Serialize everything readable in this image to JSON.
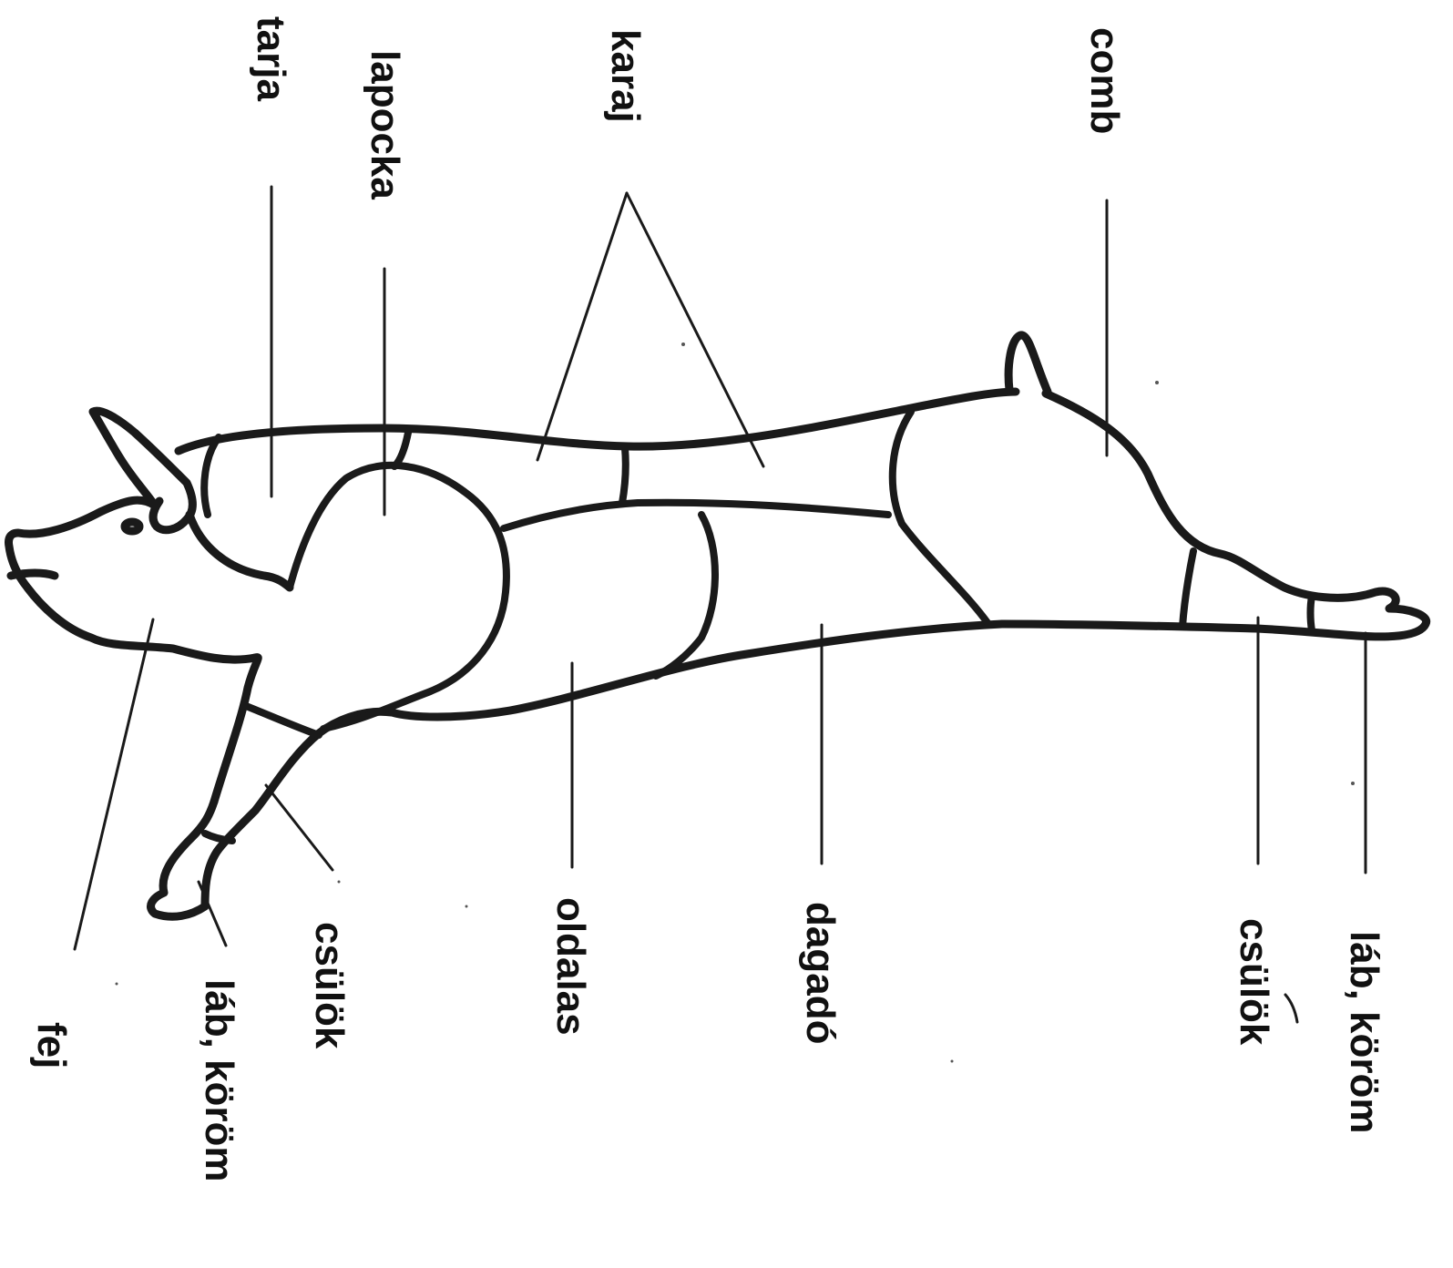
{
  "labels": {
    "comb": "comb",
    "karaj": "karaj",
    "lapocka": "lapocka",
    "tarja": "tarja",
    "fej": "fej",
    "lab_korom_front": "láb, köröm",
    "csulok_front": "csülök",
    "oldalas": "oldalas",
    "dagado": "dagadó",
    "csulok_rear": "csülök",
    "lab_korom_rear": "láb, köröm"
  }
}
